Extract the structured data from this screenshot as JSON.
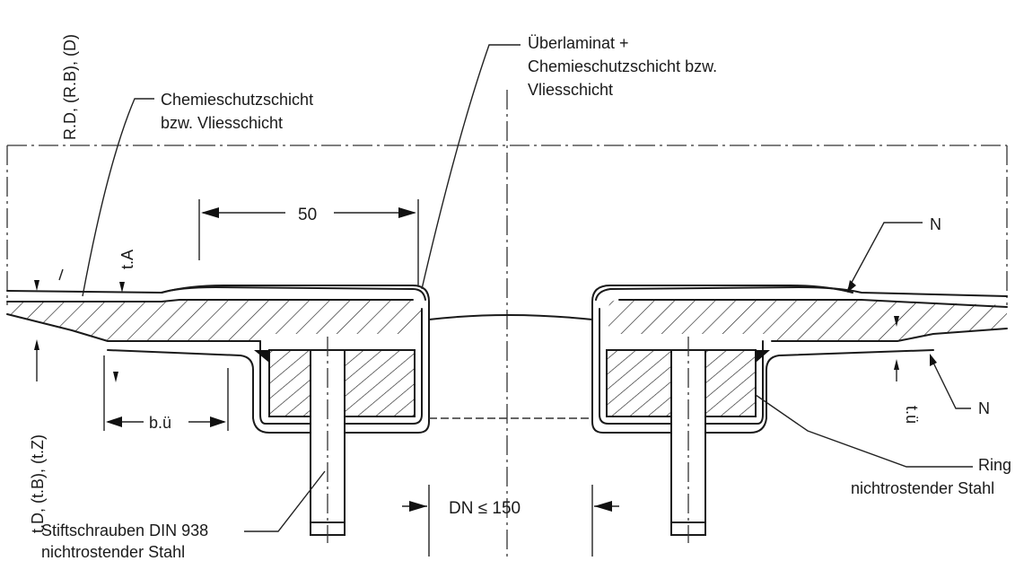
{
  "labels": {
    "chemieschutz_1": "Chemieschutzschicht",
    "chemieschutz_2": "bzw. Vliesschicht",
    "ueberlaminat_1": "Überlaminat +",
    "ueberlaminat_2": "Chemieschutzschicht bzw.",
    "ueberlaminat_3": "Vliesschicht",
    "dim_50": "50",
    "rd": "R.D, (R.B), (D)",
    "ta": "t.A",
    "n_top": "N",
    "n_bottom": "N",
    "tu": "t.ü",
    "bu": "b.ü",
    "td": "t.D, (t.B), (t.Z)",
    "ring_1": "Ring",
    "ring_2": "nichtrostender Stahl",
    "dn": "DN ≤ 150",
    "stift_1": "Stiftschrauben DIN 938",
    "stift_2": "nichtrostender Stahl"
  },
  "colors": {
    "line": "#1a1a1a",
    "background": "#ffffff"
  }
}
